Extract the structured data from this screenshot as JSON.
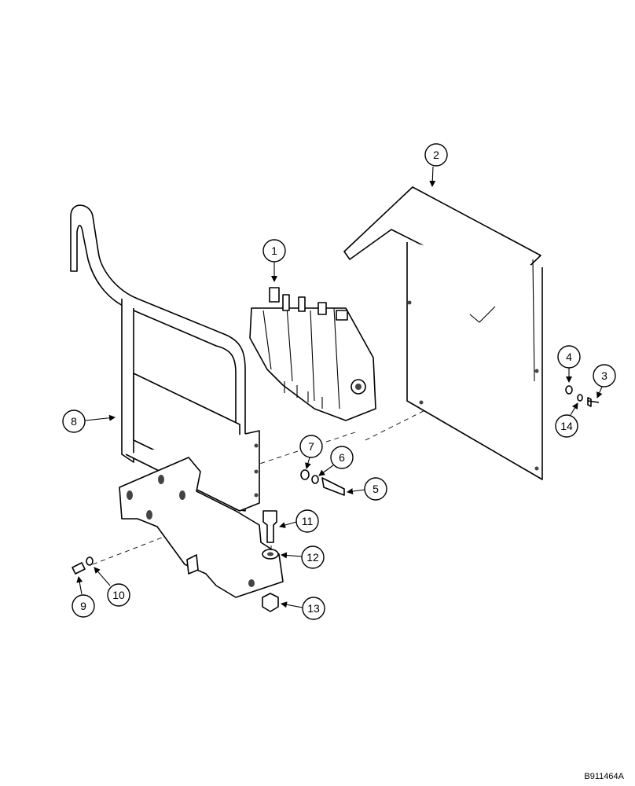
{
  "callouts": [
    "1",
    "2",
    "3",
    "4",
    "5",
    "6",
    "7",
    "8",
    "9",
    "10",
    "11",
    "12",
    "13",
    "14"
  ],
  "reference_code": "B911464A"
}
